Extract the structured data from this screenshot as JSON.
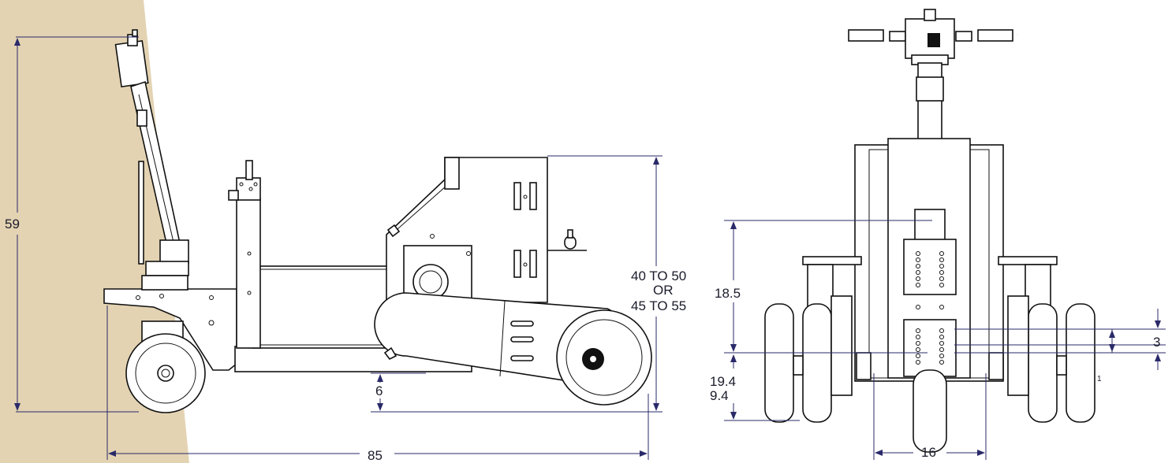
{
  "colors": {
    "background_shape": "#e3d3b2",
    "line": "#111111",
    "dimension": "#2a2a6a"
  },
  "side_view": {
    "height_overall": "59",
    "hitch_height_line1": "40 TO 50",
    "hitch_height_line2": "OR",
    "hitch_height_line3": "45 TO 55",
    "ground_clearance": "6",
    "length_overall": "85"
  },
  "front_view": {
    "pin_height_upper": "18.5",
    "pin_height_lower_a": "19.4",
    "pin_height_lower_b": "9.4",
    "pin_spacing": "3",
    "callout_small": "1",
    "wheel_track": "16"
  }
}
